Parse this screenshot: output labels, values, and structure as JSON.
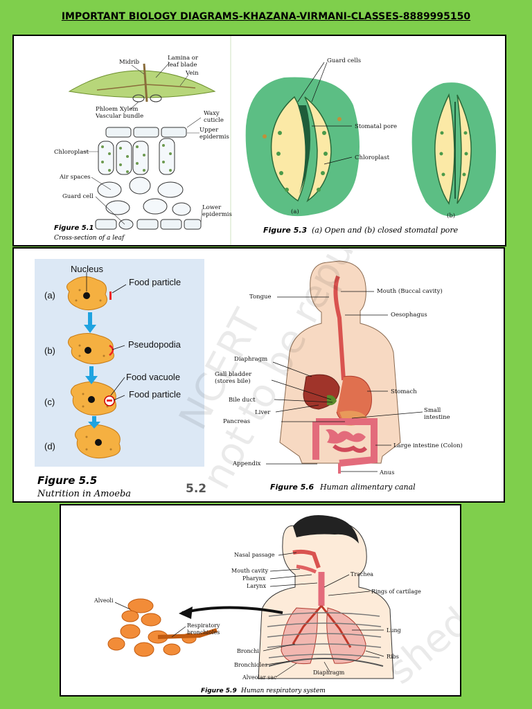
{
  "header": {
    "title": "IMPORTANT BIOLOGY DIAGRAMS-KHAZANA-VIRMANI-CLASSES-8889995150"
  },
  "leaf": {
    "labels": {
      "midrib": "Midrib",
      "lamina": "Lamina or",
      "lamina2": "leaf blade",
      "vein": "Vein",
      "phloem_xylem": "Phloem Xylem",
      "vascular_bundle": "Vascular bundle",
      "waxy_cuticle": "Waxy",
      "waxy_cuticle2": "cuticle",
      "upper_epidermis": "Upper",
      "upper_epidermis2": "epidermis",
      "chloroplast": "Chloroplast",
      "air_spaces": "Air spaces",
      "guard_cell": "Guard cell",
      "lower_epidermis": "Lower",
      "lower_epidermis2": "epidermis"
    },
    "figure_number": "Figure 5.1",
    "caption": "Cross-section of a leaf"
  },
  "stomata": {
    "labels": {
      "guard_cells": "Guard cells",
      "stomatal_pore": "Stomatal pore",
      "chloroplast": "Chloroplast",
      "a": "(a)",
      "b": "(b)"
    },
    "figure_number": "Figure 5.3",
    "caption": "(a) Open and (b) closed stomatal pore"
  },
  "amoeba": {
    "labels": {
      "nucleus": "Nucleus",
      "food_particle": "Food particle",
      "pseudopodia": "Pseudopodia",
      "food_vacuole": "Food vacuole",
      "food_particle2": "Food particle"
    },
    "steps": [
      "(a)",
      "(b)",
      "(c)",
      "(d)"
    ],
    "figure_number": "Figure 5.5",
    "caption": "Nutrition in Amoeba",
    "page_fragment": "5.2"
  },
  "alimentary": {
    "labels": {
      "mouth": "Mouth (Buccal cavity)",
      "tongue": "Tongue",
      "oesophagus": "Oesophagus",
      "diaphragm": "Diaphragm",
      "gall_bladder": "Gall bladder",
      "gall_bladder2": "(stores bile)",
      "stomach": "Stomach",
      "bile_duct": "Bile duct",
      "liver": "Liver",
      "small_intestine": "Small",
      "small_intestine2": "intestine",
      "pancreas": "Pancreas",
      "large_intestine": "Large intestine (Colon)",
      "appendix": "Appendix",
      "anus": "Anus"
    },
    "figure_number": "Figure 5.6",
    "caption": "Human alimentary canal"
  },
  "respiratory": {
    "labels": {
      "nasal_passage": "Nasal passage",
      "mouth_cavity": "Mouth cavity",
      "pharynx": "Pharynx",
      "larynx": "Larynx",
      "trachea": "Trachea",
      "rings": "Rings of cartilage",
      "alveoli": "Alveoli",
      "resp_bronchioles": "Respiratory",
      "resp_bronchioles2": "bronchioles",
      "lung": "Lung",
      "bronchi": "Bronchi",
      "ribs": "Ribs",
      "bronchioles": "Bronchioles",
      "diaphragm": "Diaphragm",
      "alveolar_sac": "Alveolar sac"
    },
    "figure_number": "Figure 5.9",
    "caption": "Human respiratory system"
  },
  "watermark": {
    "line1": "NCERT",
    "line2": "not to be republished",
    "line3": "shed"
  },
  "colors": {
    "background": "#7fcf4c",
    "leaf_green": "#b7d67a",
    "stoma_green": "#3fb36f",
    "amoeba_orange": "#f5b041",
    "amoeba_bg": "#dce8f5",
    "organ_red": "#d9534f",
    "skin": "#f7d9c2",
    "arrow_blue": "#1fa3e0"
  }
}
